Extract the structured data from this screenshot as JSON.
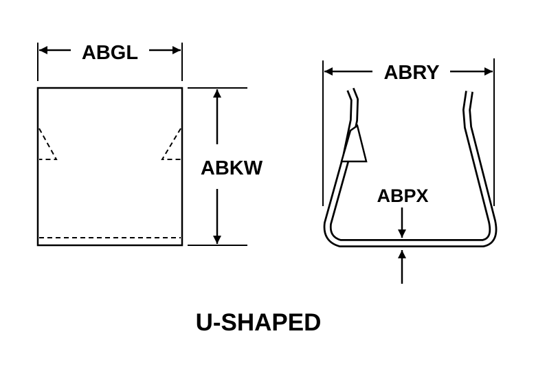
{
  "labels": {
    "length": "ABGL",
    "height": "ABKW",
    "width": "ABRY",
    "thickness": "ABPX",
    "caption": "U-SHAPED"
  },
  "colors": {
    "ink": "#000000",
    "background": "#ffffff"
  }
}
